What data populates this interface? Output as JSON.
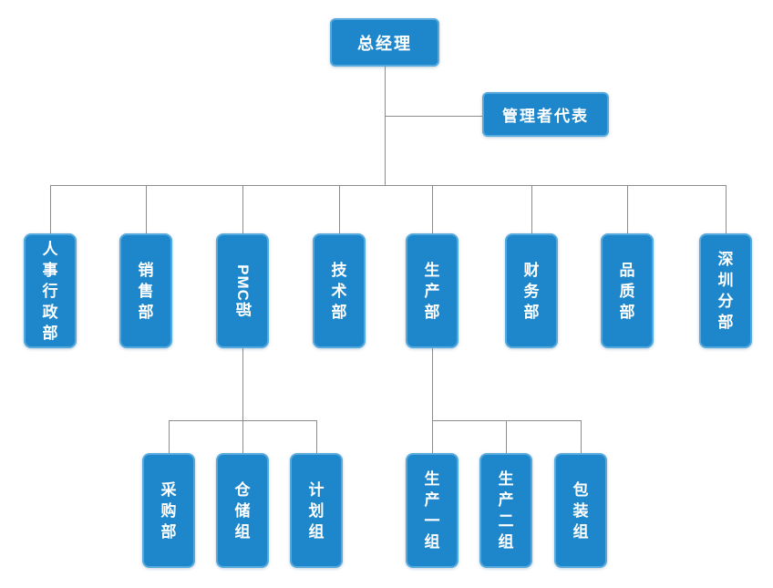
{
  "org": {
    "root": {
      "label": "总经理"
    },
    "management_rep": {
      "label": "管理者代表"
    },
    "departments": [
      {
        "label": "人事行政部"
      },
      {
        "label": "销售部"
      },
      {
        "label": "PMC部"
      },
      {
        "label": "技术部"
      },
      {
        "label": "生产部"
      },
      {
        "label": "财务部"
      },
      {
        "label": "品质部"
      },
      {
        "label": "深圳分部"
      }
    ],
    "pmc_children": [
      {
        "label": "采购部"
      },
      {
        "label": "仓储组"
      },
      {
        "label": "计划组"
      }
    ],
    "production_children": [
      {
        "label": "生产一组"
      },
      {
        "label": "生产二组"
      },
      {
        "label": "包装组"
      }
    ],
    "colors": {
      "node_fill": "#1E87CB",
      "node_border": "#55A9DC",
      "connector": "#8C8C8C",
      "text": "#FFFFFF",
      "background": "#FFFFFF"
    }
  }
}
